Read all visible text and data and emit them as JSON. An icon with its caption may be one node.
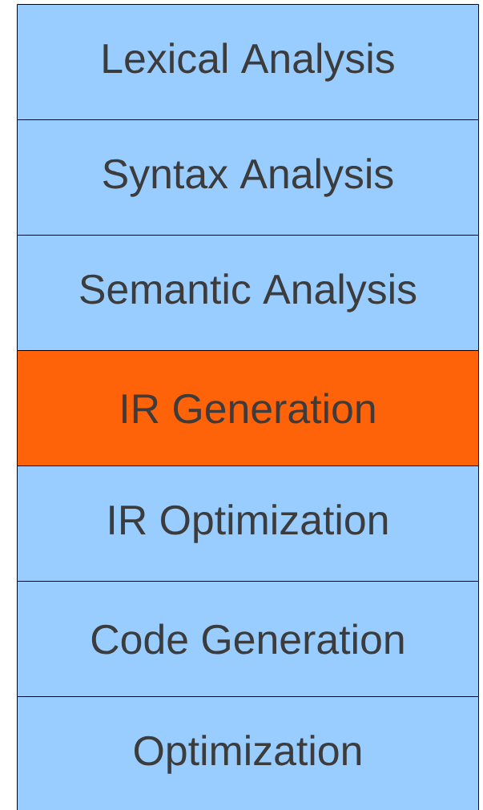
{
  "diagram": {
    "nodes": [
      {
        "text": [
          "Lexical Analysis"
        ]
      },
      {
        "text": [
          "Syntax Analysis"
        ]
      },
      {
        "text": [
          "Semantic Analysis"
        ]
      },
      {
        "text": [
          "IR Generation"
        ]
      },
      {
        "text": [
          "IR Optimization"
        ]
      },
      {
        "text": [
          "Code Generation"
        ]
      },
      {
        "text": [
          "Optimization"
        ]
      }
    ]
  }
}
